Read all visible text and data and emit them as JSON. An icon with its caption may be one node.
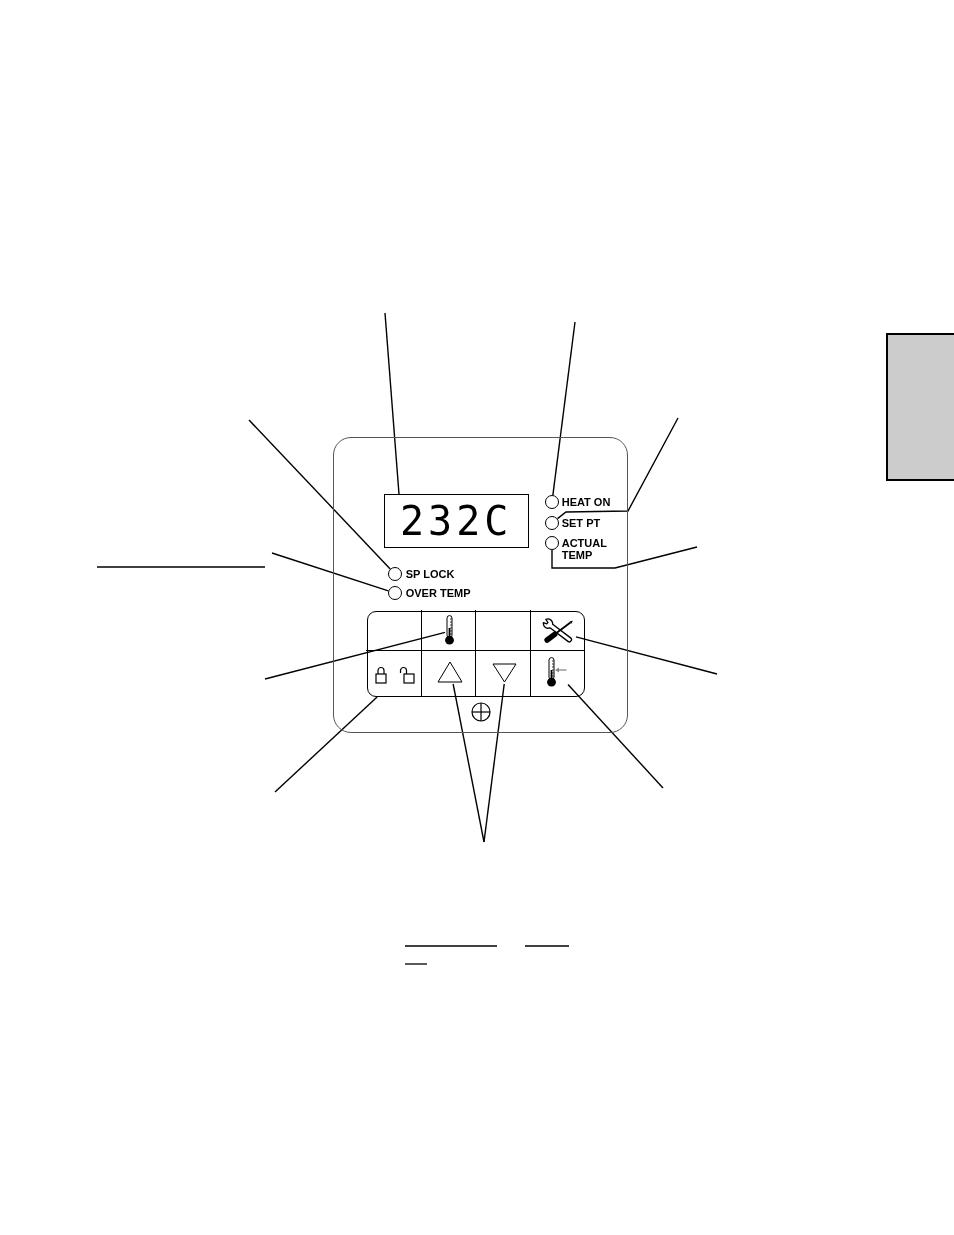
{
  "diagram": {
    "nodes": [
      {
        "text": [],
        "shape": "box"
      },
      {
        "text": [
          "232C"
        ],
        "in": 0
      },
      {
        "text": [],
        "shape": "circle",
        "beside": [
          "HEAT ON"
        ],
        "in": 0
      },
      {
        "text": [],
        "shape": "circle",
        "beside": [
          "SET PT"
        ],
        "in": 0
      },
      {
        "text": [],
        "shape": "circle",
        "beside": [
          "ACTUAL TEMP"
        ],
        "in": 0
      },
      {
        "text": [],
        "shape": "circle",
        "beside": [
          "SP LOCK"
        ],
        "in": 0
      },
      {
        "text": [],
        "shape": "circle",
        "beside": [
          "OVER TEMP"
        ],
        "in": 0
      },
      {
        "text": [],
        "shape": "box",
        "in": 0
      },
      {
        "text": [],
        "shape": "box",
        "in": 7
      },
      {
        "text": [],
        "shape": "box",
        "in": 7
      },
      {
        "text": [],
        "shape": "box",
        "in": 7
      },
      {
        "text": [],
        "shape": "box",
        "in": 7
      },
      {
        "text": [],
        "shape": "box",
        "in": 7
      },
      {
        "text": [],
        "shape": "box",
        "in": 7
      },
      {
        "text": [],
        "shape": "box",
        "in": 7
      },
      {
        "text": [],
        "shape": "box",
        "in": 7
      },
      {
        "text": [],
        "shape": "picture",
        "in": 9
      },
      {
        "text": [],
        "shape": "picture",
        "in": 11
      },
      {
        "text": [],
        "shape": "triangle",
        "in": 13
      },
      {
        "text": [],
        "shape": "triangle",
        "in": 14
      },
      {
        "text": [],
        "shape": "picture",
        "in": 15
      }
    ],
    "edges": [
      {
        "from": null,
        "to": 1,
        "arrow": "none"
      },
      {
        "from": null,
        "to": 2,
        "arrow": "none"
      },
      {
        "from": null,
        "to": 3,
        "arrow": "none"
      },
      {
        "from": null,
        "to": 4,
        "arrow": "none"
      },
      {
        "from": null,
        "to": 5,
        "arrow": "none"
      },
      {
        "from": null,
        "to": 6,
        "arrow": "none"
      },
      {
        "from": null,
        "to": 16,
        "arrow": "none"
      },
      {
        "from": null,
        "to": 17,
        "arrow": "none"
      },
      {
        "from": null,
        "to": 12,
        "arrow": "none"
      },
      {
        "from": null,
        "to": 20,
        "arrow": "none"
      },
      {
        "from": null,
        "to": 18,
        "arrow": "none"
      },
      {
        "from": null,
        "to": 19,
        "arrow": "none"
      }
    ]
  }
}
